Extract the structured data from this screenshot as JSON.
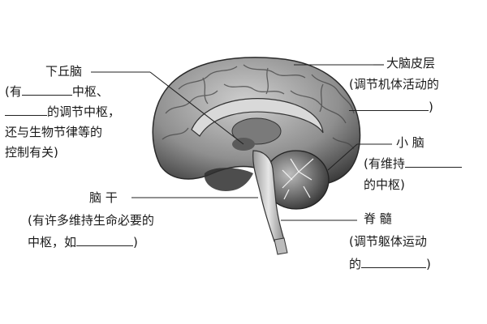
{
  "labels": {
    "hypothalamus": {
      "name": "下丘脑",
      "line1_pre": "(有",
      "line1_post": "中枢、",
      "line2_post": "的调节中枢，",
      "line3": "还与生物节律等的",
      "line4": "控制有关)"
    },
    "brainstem": {
      "name": "脑 干",
      "line1": "(有许多维持生命必要的",
      "line2_pre": "中枢，如",
      "line2_post": ")"
    },
    "cortex": {
      "name": "大脑皮层",
      "line1": "(调节机体活动的",
      "line2_post": ")"
    },
    "cerebellum": {
      "name": "小 脑",
      "line1": "(有维持",
      "line2": "的中枢)"
    },
    "spinal_cord": {
      "name": "脊 髓",
      "line1": "(调节躯体运动",
      "line2_pre": "的",
      "line2_post": ")"
    }
  }
}
